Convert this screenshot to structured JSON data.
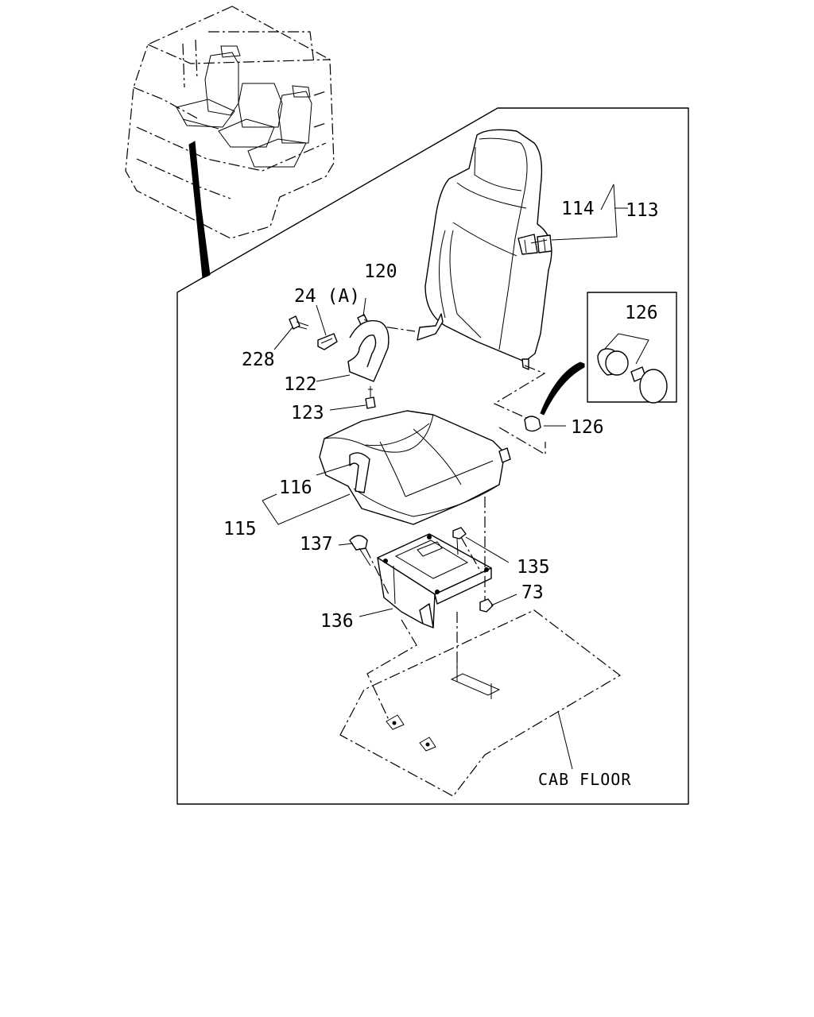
{
  "labels": {
    "p113": "113",
    "p114": "114",
    "p120": "120",
    "p24a": "24 (A)",
    "p228": "228",
    "p122": "122",
    "p123": "123",
    "p126_detail": "126",
    "p126": "126",
    "p116": "116",
    "p115": "115",
    "p137": "137",
    "p135": "135",
    "p73": "73",
    "p136": "136",
    "cab_floor": "CAB FLOOR"
  }
}
